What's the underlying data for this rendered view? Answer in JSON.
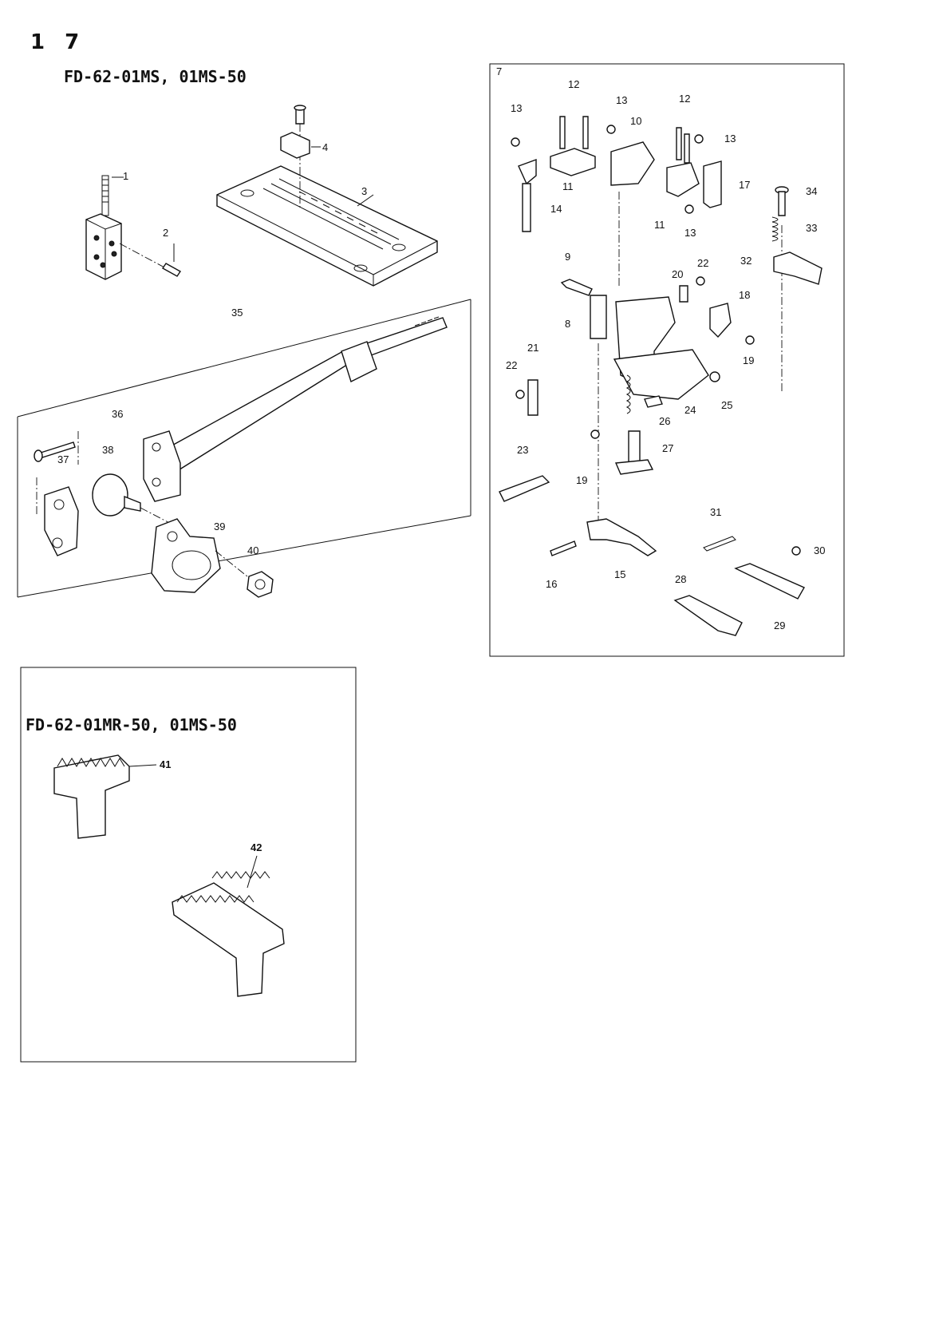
{
  "page_number": "1 7",
  "section_top": {
    "title": "FD-62-01MS,  01MS-50"
  },
  "section_bottom": {
    "title": "FD-62-01MR-50,  01MS-50"
  },
  "callouts": {
    "c1": "1",
    "c2": "2",
    "c3": "3",
    "c4": "4",
    "c7": "7",
    "c8": "8",
    "c9": "9",
    "c10": "10",
    "c11a": "11",
    "c11b": "11",
    "c12a": "12",
    "c12b": "12",
    "c13a": "13",
    "c13b": "13",
    "c13c": "13",
    "c13d": "13",
    "c14": "14",
    "c15": "15",
    "c16": "16",
    "c17": "17",
    "c18": "18",
    "c19a": "19",
    "c19b": "19",
    "c20": "20",
    "c21": "21",
    "c22a": "22",
    "c22b": "22",
    "c23": "23",
    "c24": "24",
    "c25": "25",
    "c26": "26",
    "c27": "27",
    "c28": "28",
    "c29": "29",
    "c30": "30",
    "c31": "31",
    "c32": "32",
    "c33": "33",
    "c34": "34",
    "c35": "35",
    "c36": "36",
    "c37": "37",
    "c38": "38",
    "c39": "39",
    "c40": "40",
    "c41": "41",
    "c42": "42"
  }
}
